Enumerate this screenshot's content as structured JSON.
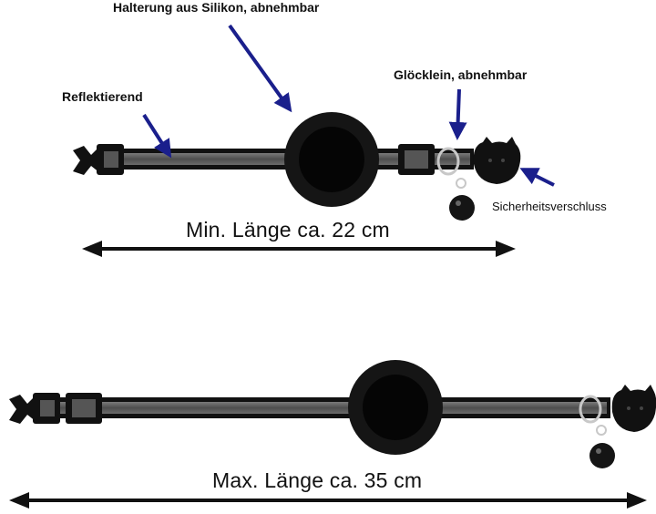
{
  "labels": {
    "holder": "Halterung aus Silikon, abnehmbar",
    "reflective": "Reflektierend",
    "bell": "Glöcklein, abnehmbar",
    "safety_clasp": "Sicherheitsverschluss",
    "min_length": "Min. Länge ca. 22 cm",
    "max_length": "Max. Länge ca. 35 cm"
  },
  "colors": {
    "arrow_blue": "#1a1f8c",
    "strap": "#5a5a5a",
    "plastic": "#111111",
    "ring": "#c8c8c8",
    "text": "#111111"
  },
  "icons": [
    "cat-head-clasp-icon",
    "bell-icon",
    "buckle-icon",
    "airtag-holder-icon"
  ]
}
